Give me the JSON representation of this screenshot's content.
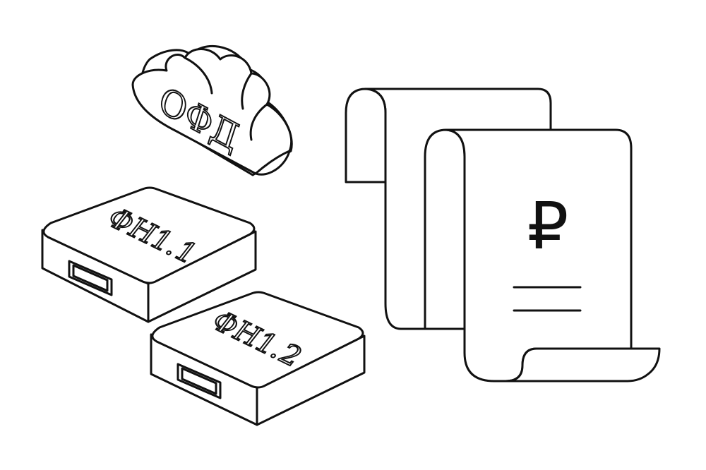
{
  "cloud": {
    "label": "ОФД"
  },
  "drives": [
    {
      "label": "ФН1.1"
    },
    {
      "label": "ФН1.2"
    }
  ],
  "receipt": {
    "symbol": "₽"
  },
  "colors": {
    "line": "#111111",
    "background": "#ffffff"
  }
}
